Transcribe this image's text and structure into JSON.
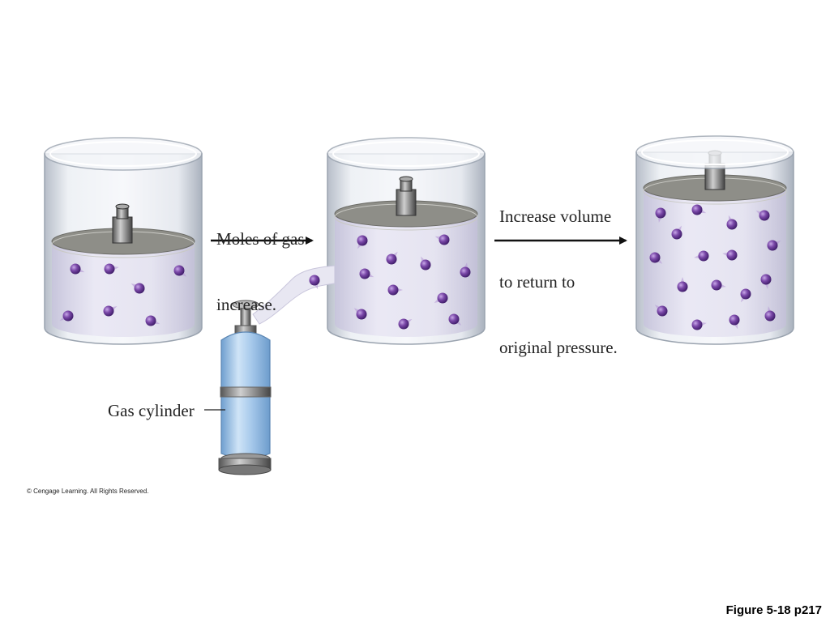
{
  "labels": {
    "moles_line1": "Moles of gas",
    "moles_line2": "increase.",
    "increase_line1": "Increase volume",
    "increase_line2": "to return to",
    "increase_line3": "original pressure.",
    "gas_cylinder": "Gas cylinder"
  },
  "copyright": "© Cengage Learning. All Rights Reserved.",
  "figure_number": "Figure 5-18 p217",
  "colors": {
    "glass": "#d6dce6",
    "gas_fill": "#e4e2f0",
    "piston": "#8e8e88",
    "molecule": "#7a48a8",
    "gas_tank": "#9dc4e8",
    "arrow": "#111111"
  }
}
